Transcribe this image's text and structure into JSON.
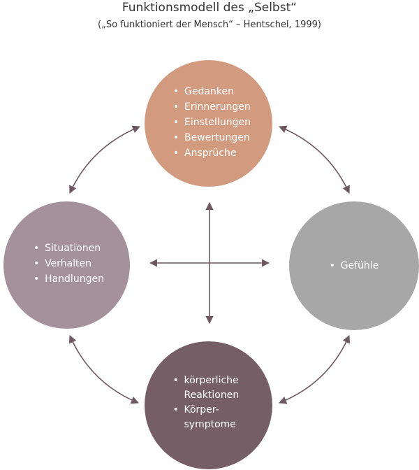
{
  "title": "Funktionsmodell des „Selbst“",
  "subtitle": "(„So funktioniert der Mensch“ – Hentschel, 1999)",
  "colors": {
    "top_circle": "#d29b80",
    "left_circle": "#a5919a",
    "right_circle": "#a7a7a7",
    "bottom_circle": "#755e66",
    "arrow": "#6e5963",
    "text": "#333333"
  },
  "nodes": {
    "top": {
      "items": [
        "Gedanken",
        "Erinnerungen",
        "Einstellungen",
        "Bewertungen",
        "Ansprüche"
      ]
    },
    "left": {
      "items": [
        "Situationen",
        "Verhalten",
        "Handlungen"
      ]
    },
    "right": {
      "items": [
        "Gefühle"
      ]
    },
    "bottom": {
      "items": [
        "körperliche Reaktionen",
        "Körper-symptome"
      ]
    }
  }
}
